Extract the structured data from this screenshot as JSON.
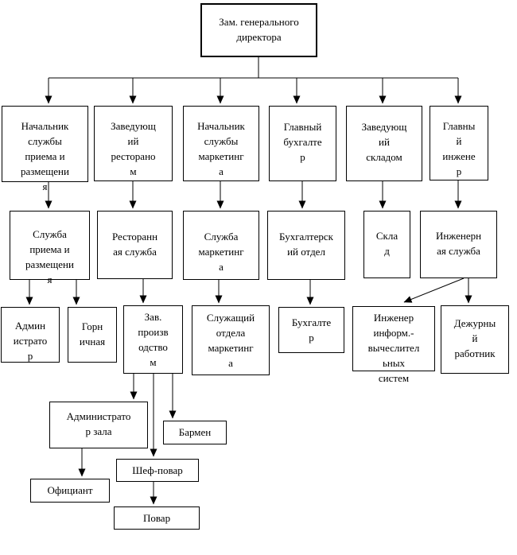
{
  "diagram": {
    "type": "org-chart",
    "language": "ru",
    "colors": {
      "line": "#000000",
      "border": "#000000",
      "text": "#000000",
      "background": "#ffffff"
    },
    "nodes": {
      "deputy_general_director": {
        "label": "Зам. генерального\nдиректора"
      },
      "head_reception_service": {
        "label": "Начальник\nслужбы\nприема и\nразмещени\nя"
      },
      "restaurant_manager": {
        "label": "Заведующ\nий\nресторано\nм"
      },
      "head_marketing_service": {
        "label": "Начальник\nслужбы\nмаркетинг\nа"
      },
      "chief_accountant": {
        "label": "Главный\nбухгалте\nр"
      },
      "warehouse_manager": {
        "label": "Заведующ\nий\nскладом"
      },
      "chief_engineer": {
        "label": "Главны\nй\nинжене\nр"
      },
      "reception_service": {
        "label": "Служба\nприема и\nразмещени\nя"
      },
      "restaurant_service": {
        "label": "Ресторанн\nая служба"
      },
      "marketing_service": {
        "label": "Служба\nмаркетинг\nа"
      },
      "accounting_department": {
        "label": "Бухгалтерск\nий отдел"
      },
      "warehouse": {
        "label": "Скла\nд"
      },
      "engineering_service": {
        "label": "Инженерн\nая служба"
      },
      "administrator": {
        "label": "Админ\nистрато\nр"
      },
      "maid": {
        "label": "Горн\nичная"
      },
      "production_manager": {
        "label": "Зав.\nпроизв\nодство\nм"
      },
      "marketing_clerk": {
        "label": "Служащий\nотдела\nмаркетинг\nа"
      },
      "accountant": {
        "label": "Бухгалте\nр"
      },
      "it_systems_engineer": {
        "label": "Инженер\nинформ.-\nвычеслител\nьных\nсистем"
      },
      "duty_worker": {
        "label": "Дежурны\nй\nработник"
      },
      "hall_administrator": {
        "label": "Администрато\nр зала"
      },
      "bartender": {
        "label": "Бармен"
      },
      "chef": {
        "label": "Шеф-повар"
      },
      "waiter": {
        "label": "Официант"
      },
      "cook": {
        "label": "Повар"
      }
    },
    "edges": [
      [
        "deputy_general_director",
        "head_reception_service"
      ],
      [
        "deputy_general_director",
        "restaurant_manager"
      ],
      [
        "deputy_general_director",
        "head_marketing_service"
      ],
      [
        "deputy_general_director",
        "chief_accountant"
      ],
      [
        "deputy_general_director",
        "warehouse_manager"
      ],
      [
        "deputy_general_director",
        "chief_engineer"
      ],
      [
        "head_reception_service",
        "reception_service"
      ],
      [
        "restaurant_manager",
        "restaurant_service"
      ],
      [
        "head_marketing_service",
        "marketing_service"
      ],
      [
        "chief_accountant",
        "accounting_department"
      ],
      [
        "warehouse_manager",
        "warehouse"
      ],
      [
        "chief_engineer",
        "engineering_service"
      ],
      [
        "reception_service",
        "administrator"
      ],
      [
        "reception_service",
        "maid"
      ],
      [
        "restaurant_service",
        "production_manager"
      ],
      [
        "marketing_service",
        "marketing_clerk"
      ],
      [
        "accounting_department",
        "accountant"
      ],
      [
        "engineering_service",
        "it_systems_engineer"
      ],
      [
        "engineering_service",
        "duty_worker"
      ],
      [
        "production_manager",
        "hall_administrator"
      ],
      [
        "production_manager",
        "chef"
      ],
      [
        "production_manager",
        "bartender"
      ],
      [
        "hall_administrator",
        "waiter"
      ],
      [
        "chef",
        "cook"
      ]
    ]
  }
}
